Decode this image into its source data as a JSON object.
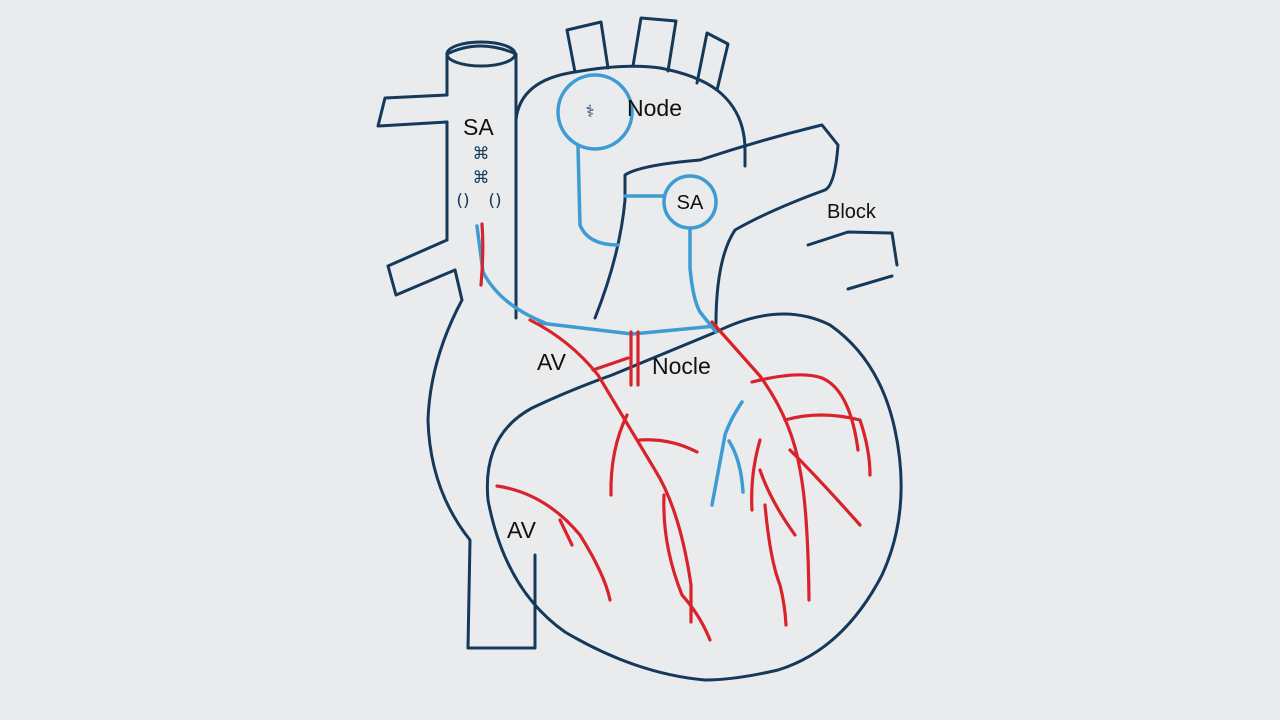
{
  "labels": {
    "sa_left": "SA",
    "node_top": "Node",
    "sa_circle": "SA",
    "block": "Block",
    "av_upper": "AV",
    "node_mid": "Nocle",
    "av_lower": "AV"
  },
  "colors": {
    "background": "#eaebec",
    "outline": "#15395b",
    "conduction": "#3e9bd4",
    "vessel": "#d8232a",
    "text": "#111111"
  }
}
